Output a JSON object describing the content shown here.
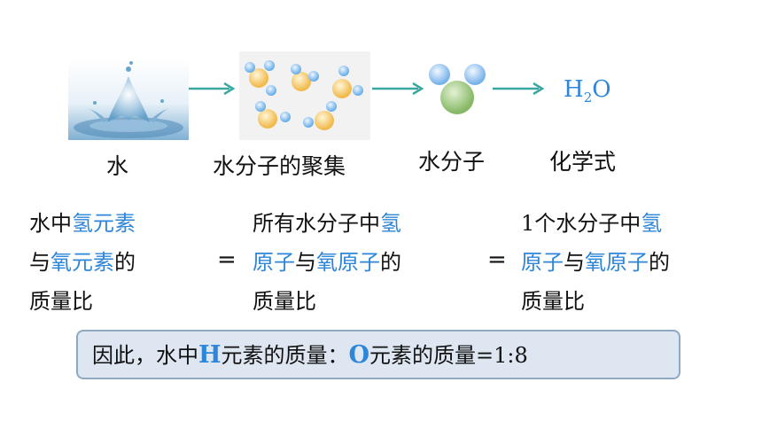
{
  "flow": {
    "step1_label": "水",
    "step2_label": "水分子的聚集",
    "step3_label": "水分子",
    "step4_label": "化学式",
    "formula_h": "H",
    "formula_sub": "2",
    "formula_o": "O"
  },
  "columns": {
    "col1": {
      "l1a": "水中",
      "l1b": "氢元素",
      "l2a": "与",
      "l2b": "氧元素",
      "l2c": "的",
      "l3": "质量比"
    },
    "col2": {
      "l1a": "所有水分子中",
      "l1b": "氢",
      "l2a": "原子",
      "l2b": "与",
      "l2c": "氧原子",
      "l2d": "的",
      "l3": "质量比"
    },
    "col3": {
      "l1a": "1",
      "l1b": "个水分子中",
      "l1c": "氢",
      "l2a": "原子",
      "l2b": "与",
      "l2c": "氧原子",
      "l2d": "的",
      "l3": "质量比"
    }
  },
  "equals": "=",
  "conclusion": {
    "t1": "因此，水中",
    "h": "H",
    "t2": "元素的质量：",
    "o": "O",
    "t3": "元素的质量",
    "ratio": "=1:8"
  },
  "colors": {
    "accent": "#2e86d9",
    "arrow": "#3aa7a0",
    "box_bg": "#dde6f1",
    "box_border": "#8fa9c3"
  }
}
